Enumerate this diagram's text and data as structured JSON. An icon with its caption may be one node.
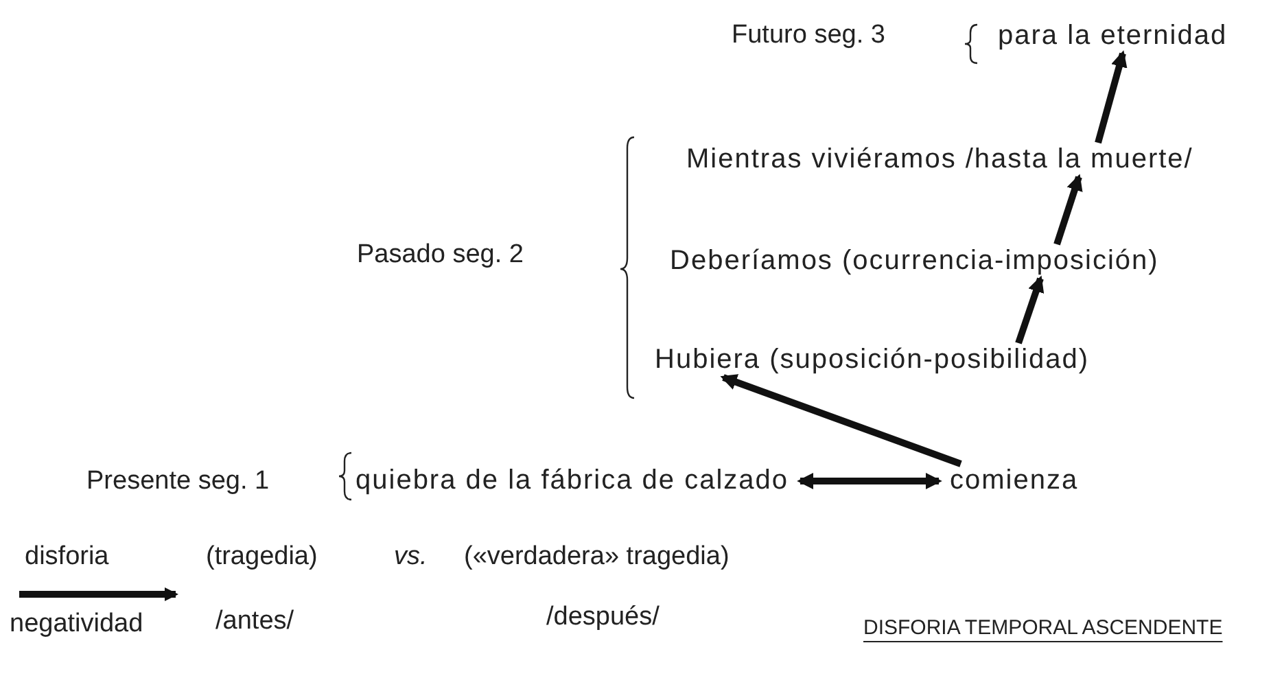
{
  "diagram": {
    "nodes": [
      {
        "text": [
          "quiebra de la fábrica de calzado"
        ]
      },
      {
        "text": [
          "comienza"
        ]
      },
      {
        "text": [
          "Hubiera (suposición-posibilidad)"
        ]
      },
      {
        "text": [
          "Deberíamos (ocurrencia-imposición)"
        ]
      },
      {
        "text": [
          "Mientras viviéramos /hasta la muerte/"
        ]
      },
      {
        "text": [
          "para la eternidad"
        ]
      }
    ],
    "edges": [
      {
        "from": 0,
        "to": 1,
        "arrow": "both"
      },
      {
        "from": 1,
        "to": 2,
        "arrow": "to"
      },
      {
        "from": 2,
        "to": 3,
        "arrow": "to"
      },
      {
        "from": 3,
        "to": 4,
        "arrow": "to"
      },
      {
        "from": 4,
        "to": 5,
        "arrow": "to"
      }
    ],
    "labels": [
      "Futuro seg. 3",
      "Pasado seg. 2",
      "Presente seg. 1",
      "disforia",
      "(tragedia)",
      "vs.",
      "(«verdadera» tragedia)",
      "negatividad",
      "/antes/",
      "/después/",
      "DISFORIA TEMPORAL ASCENDENTE"
    ]
  }
}
